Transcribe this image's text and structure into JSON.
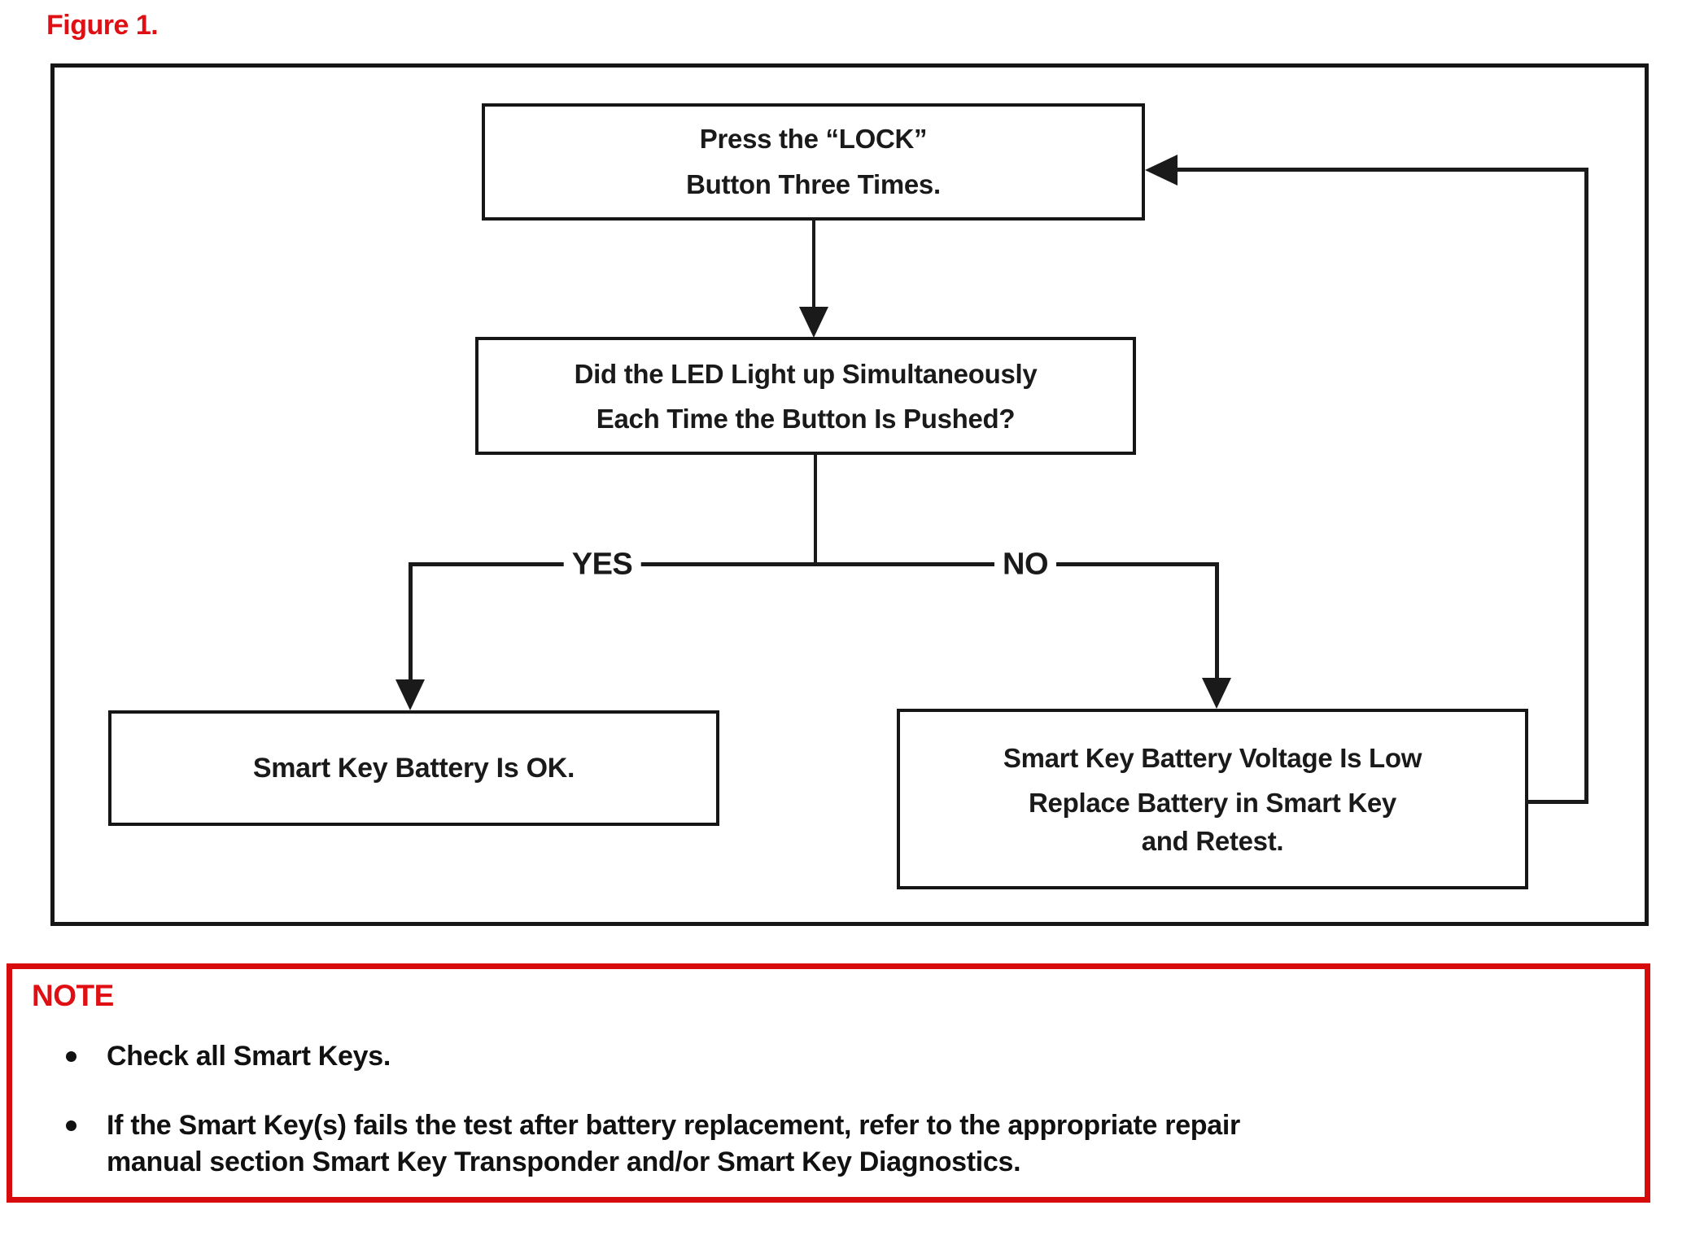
{
  "figure_label": "Figure 1.",
  "colors": {
    "accent_red": "#df0f14",
    "line_black": "#1a1a1a"
  },
  "flowchart": {
    "nodes": {
      "press_lock": "Press the “LOCK”\nButton Three Times.",
      "led_question": "Did the LED Light up Simultaneously\nEach Time the Button Is Pushed?",
      "battery_ok": "Smart Key Battery Is OK.",
      "battery_low_status": "Smart Key Battery Voltage Is Low",
      "battery_low_action": "Replace Battery in Smart Key\nand Retest."
    },
    "branch_labels": {
      "yes": "YES",
      "no": "NO"
    }
  },
  "note": {
    "title": "NOTE",
    "bullets": [
      "Check all Smart Keys.",
      "If the Smart Key(s) fails the test after battery replacement, refer to the appropriate repair\nmanual section Smart Key Transponder and/or Smart Key Diagnostics."
    ]
  }
}
